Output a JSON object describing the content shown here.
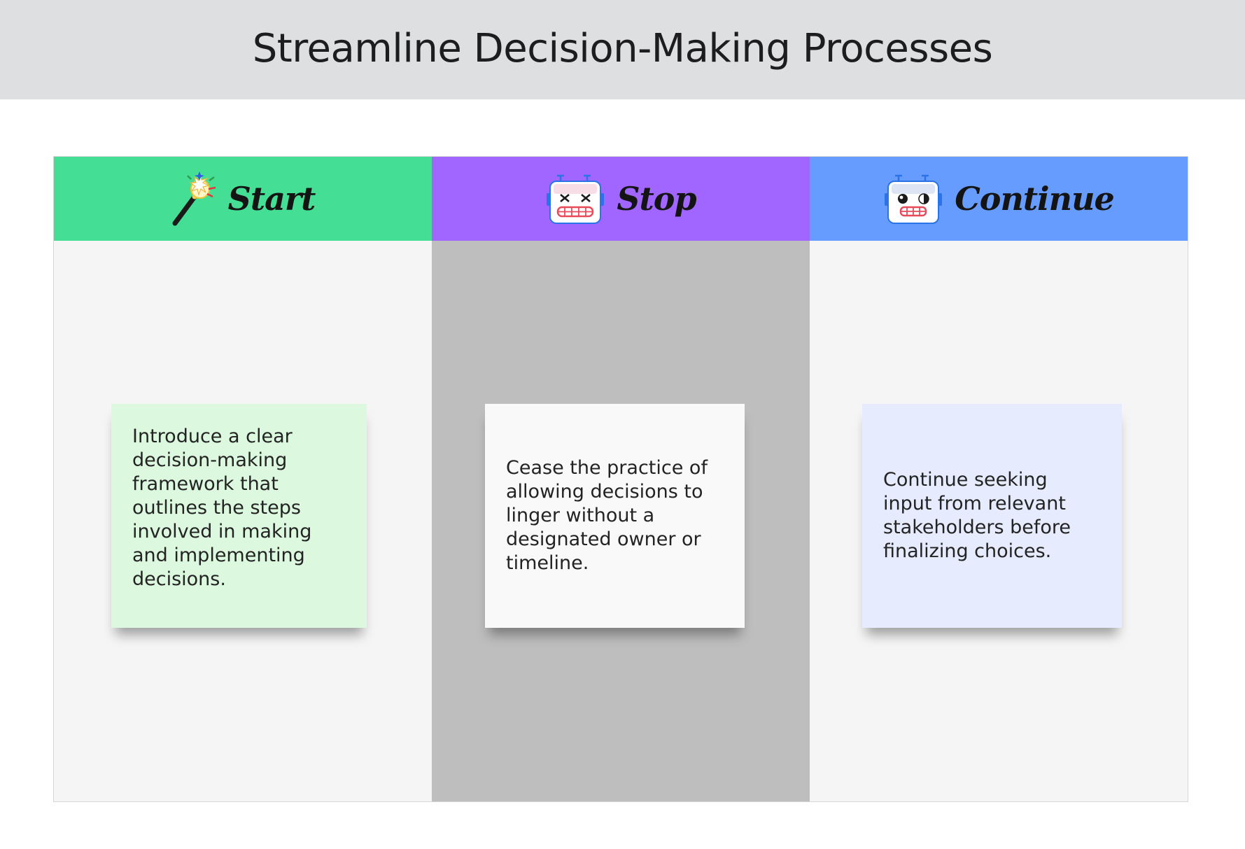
{
  "page": {
    "title": "Streamline Decision-Making Processes"
  },
  "colors": {
    "header_bg": "#dedfe1",
    "start_header": "#44df94",
    "stop_header": "#a066ff",
    "continue_header": "#669cfe",
    "start_body": "#f5f5f5",
    "stop_body": "#bebebe",
    "continue_body": "#f5f5f5",
    "start_note": "#dcf8de",
    "stop_note": "#f9f9f9",
    "continue_note": "#e6ebfd"
  },
  "columns": [
    {
      "title": "Start",
      "icon": "magic-wand-icon",
      "note": "Introduce a clear decision-making framework that outlines the steps involved in making and implementing decisions."
    },
    {
      "title": "Stop",
      "icon": "robot-dizzy-icon",
      "note": "Cease the practice of allowing decisions to linger without a designated owner or timeline."
    },
    {
      "title": "Continue",
      "icon": "robot-happy-icon",
      "note": "Continue seeking input from relevant stakeholders before finalizing choices."
    }
  ]
}
